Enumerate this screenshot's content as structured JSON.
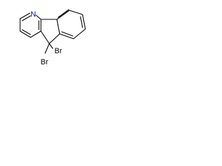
{
  "molecule": {
    "atoms": {
      "nitrogen": "N",
      "bromine_1": "Br",
      "bromine_2": "Br"
    }
  },
  "colors": {
    "bond": "#000000",
    "nitrogen": "#1414cc",
    "bromine": "#000000",
    "background": "#ffffff"
  }
}
